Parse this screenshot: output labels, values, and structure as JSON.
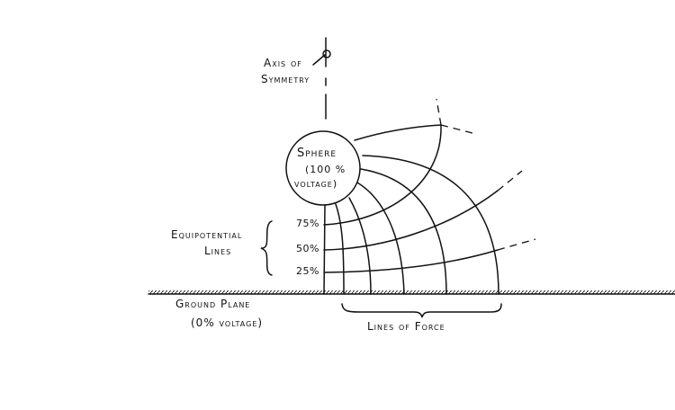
{
  "labels": {
    "axis_line1": "Axis of",
    "axis_line2": "Symmetry",
    "sphere_line1": "Sphere",
    "sphere_line2": "(100 %",
    "sphere_line3": "voltage)",
    "equipotential_line1": "Equipotential",
    "equipotential_line2": "Lines",
    "pct_75": "75%",
    "pct_50": "50%",
    "pct_25": "25%",
    "ground_line1": "Ground Plane",
    "ground_line2": "(0% voltage)",
    "lines_of_force": "Lines of Force"
  },
  "ink_color": "#111111",
  "background_color": "#ffffff",
  "axis_symbol_icon": "centerline-symbol"
}
